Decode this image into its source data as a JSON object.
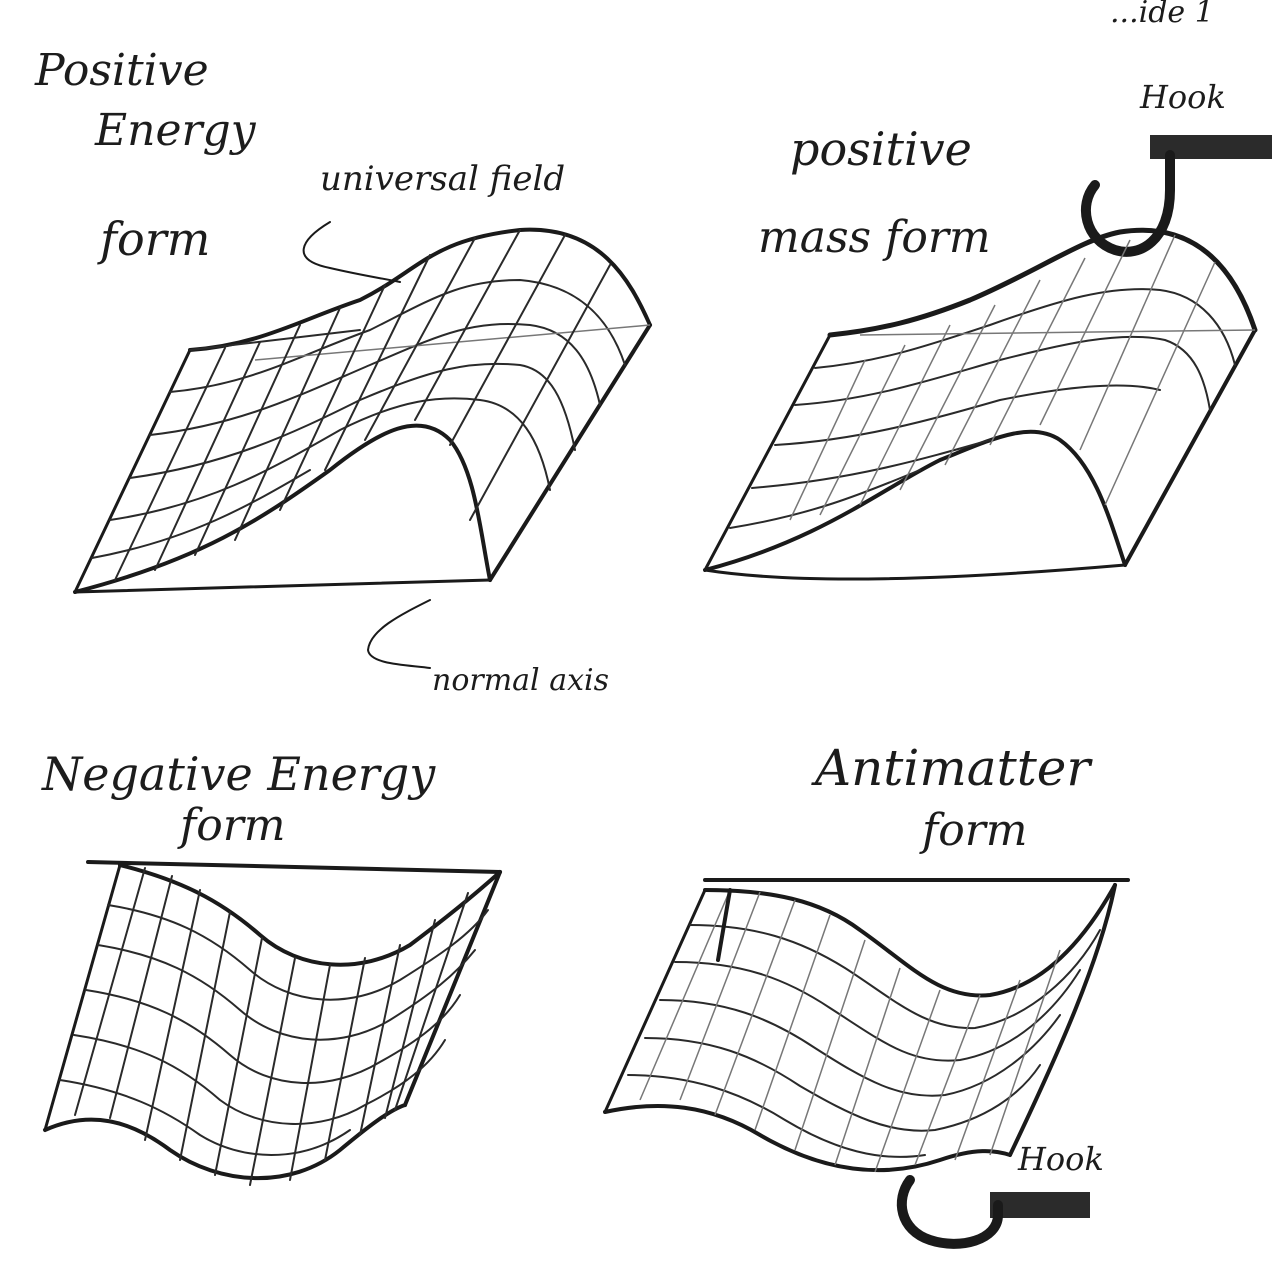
{
  "header": {
    "corner_text": "...ide 1"
  },
  "panels": {
    "positive_energy": {
      "title_line1": "Positive",
      "title_line2": "Energy",
      "title_line3": "form",
      "label_field": "universal field",
      "label_axis": "normal axis"
    },
    "positive_mass": {
      "title_line1": "positive",
      "title_line2": "mass form",
      "hook_label": "Hook"
    },
    "negative_energy": {
      "title_line1": "Negative Energy",
      "title_line2": "form"
    },
    "antimatter": {
      "title_line1": "Antimatter",
      "title_line2": "form",
      "hook_label": "Hook"
    }
  },
  "colors": {
    "ink": "#1a1a1a",
    "paper": "#ffffff",
    "hook_fill": "#2b2b2b"
  }
}
